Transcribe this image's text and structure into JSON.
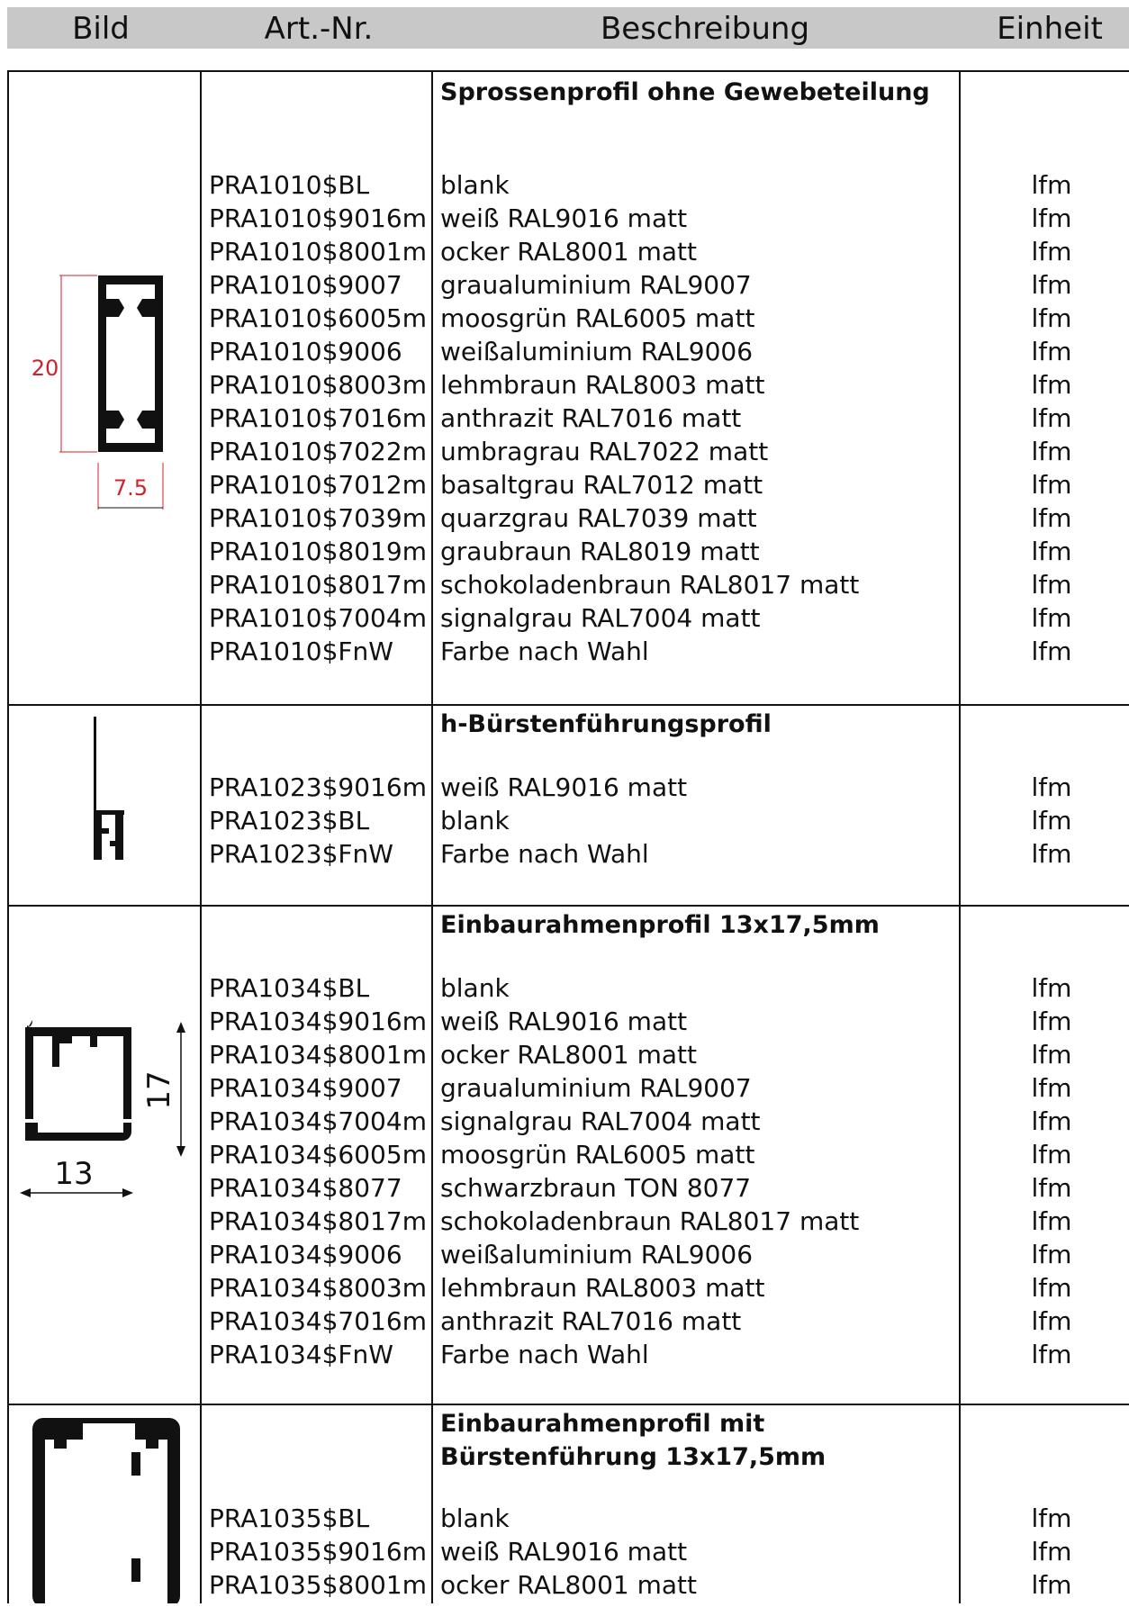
{
  "header": {
    "bild": "Bild",
    "art_nr": "Art.-Nr.",
    "beschreibung": "Beschreibung",
    "einheit": "Einheit"
  },
  "colors": {
    "header_bg": "#c8c8c8",
    "dimension_red": "#d0202a"
  },
  "sections": [
    {
      "title": "Sprossenprofil ohne Gewebeteilung",
      "drawing": {
        "icon": "sprossenprofil-drawing",
        "height_label": "20",
        "width_label": "7.5"
      },
      "rows": [
        {
          "art": "PRA1010$BL",
          "desc": "blank",
          "unit": "lfm"
        },
        {
          "art": "PRA1010$9016m",
          "desc": "weiß RAL9016 matt",
          "unit": "lfm"
        },
        {
          "art": "PRA1010$8001m",
          "desc": "ocker RAL8001 matt",
          "unit": "lfm"
        },
        {
          "art": "PRA1010$9007",
          "desc": "graualuminium RAL9007",
          "unit": "lfm"
        },
        {
          "art": "PRA1010$6005m",
          "desc": "moosgrün RAL6005 matt",
          "unit": "lfm"
        },
        {
          "art": "PRA1010$9006",
          "desc": "weißaluminium RAL9006",
          "unit": "lfm"
        },
        {
          "art": "PRA1010$8003m",
          "desc": "lehmbraun RAL8003 matt",
          "unit": "lfm"
        },
        {
          "art": "PRA1010$7016m",
          "desc": "anthrazit RAL7016 matt",
          "unit": "lfm"
        },
        {
          "art": "PRA1010$7022m",
          "desc": "umbragrau RAL7022 matt",
          "unit": "lfm"
        },
        {
          "art": "PRA1010$7012m",
          "desc": "basaltgrau RAL7012 matt",
          "unit": "lfm"
        },
        {
          "art": "PRA1010$7039m",
          "desc": "quarzgrau RAL7039 matt",
          "unit": "lfm"
        },
        {
          "art": "PRA1010$8019m",
          "desc": "graubraun RAL8019 matt",
          "unit": "lfm"
        },
        {
          "art": "PRA1010$8017m",
          "desc": "schokoladenbraun RAL8017 matt",
          "unit": "lfm"
        },
        {
          "art": "PRA1010$7004m",
          "desc": "signalgrau RAL7004 matt",
          "unit": "lfm"
        },
        {
          "art": "PRA1010$FnW",
          "desc": "Farbe nach Wahl",
          "unit": "lfm"
        }
      ]
    },
    {
      "title": "h-Bürstenführungsprofil",
      "drawing": {
        "icon": "h-buerstenfuehrungsprofil-drawing"
      },
      "rows": [
        {
          "art": "PRA1023$9016m",
          "desc": "weiß RAL9016 matt",
          "unit": "lfm"
        },
        {
          "art": "PRA1023$BL",
          "desc": "blank",
          "unit": "lfm"
        },
        {
          "art": "PRA1023$FnW",
          "desc": "Farbe nach Wahl",
          "unit": "lfm"
        }
      ]
    },
    {
      "title": "Einbaurahmenprofil 13x17,5mm",
      "drawing": {
        "icon": "einbaurahmenprofil-drawing",
        "height_label": "17",
        "width_label": "13"
      },
      "rows": [
        {
          "art": "PRA1034$BL",
          "desc": "blank",
          "unit": "lfm"
        },
        {
          "art": "PRA1034$9016m",
          "desc": "weiß RAL9016 matt",
          "unit": "lfm"
        },
        {
          "art": "PRA1034$8001m",
          "desc": "ocker RAL8001 matt",
          "unit": "lfm"
        },
        {
          "art": "PRA1034$9007",
          "desc": "graualuminium RAL9007",
          "unit": "lfm"
        },
        {
          "art": "PRA1034$7004m",
          "desc": "signalgrau RAL7004 matt",
          "unit": "lfm"
        },
        {
          "art": "PRA1034$6005m",
          "desc": "moosgrün RAL6005 matt",
          "unit": "lfm"
        },
        {
          "art": "PRA1034$8077",
          "desc": "schwarzbraun TON 8077",
          "unit": "lfm"
        },
        {
          "art": "PRA1034$8017m",
          "desc": "schokoladenbraun RAL8017 matt",
          "unit": "lfm"
        },
        {
          "art": "PRA1034$9006",
          "desc": "weißaluminium RAL9006",
          "unit": "lfm"
        },
        {
          "art": "PRA1034$8003m",
          "desc": "lehmbraun RAL8003 matt",
          "unit": "lfm"
        },
        {
          "art": "PRA1034$7016m",
          "desc": "anthrazit RAL7016 matt",
          "unit": "lfm"
        },
        {
          "art": "PRA1034$FnW",
          "desc": "Farbe nach Wahl",
          "unit": "lfm"
        }
      ]
    },
    {
      "title": "Einbaurahmenprofil mit Bürstenführung 13x17,5mm",
      "drawing": {
        "icon": "einbaurahmenprofil-buerstenfuehrung-drawing"
      },
      "rows": [
        {
          "art": "PRA1035$BL",
          "desc": "blank",
          "unit": "lfm"
        },
        {
          "art": "PRA1035$9016m",
          "desc": "weiß RAL9016 matt",
          "unit": "lfm"
        },
        {
          "art": "PRA1035$8001m",
          "desc": "ocker RAL8001 matt",
          "unit": "lfm"
        }
      ]
    }
  ]
}
